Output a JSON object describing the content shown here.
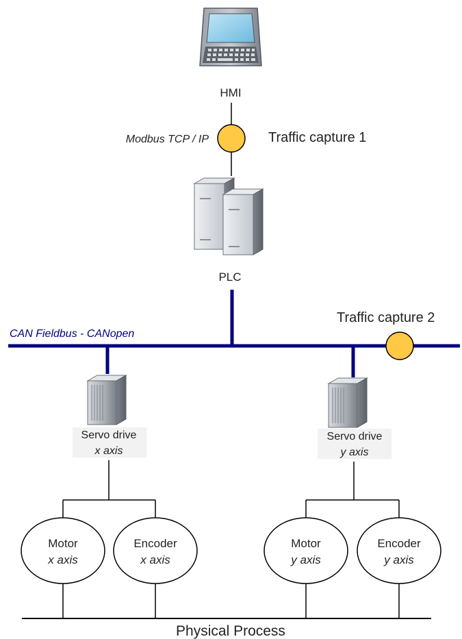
{
  "hmi": {
    "label": "HMI"
  },
  "link_hmi_plc": {
    "protocol": "Modbus TCP / IP",
    "capture_label": "Traffic capture 1"
  },
  "plc": {
    "label": "PLC"
  },
  "fieldbus": {
    "label": "CAN Fieldbus - CANopen",
    "capture_label": "Traffic capture 2",
    "color": "#000080"
  },
  "capture_point_color": "#FFC845",
  "drives": [
    {
      "label": "Servo drive",
      "axis": "x axis"
    },
    {
      "label": "Servo drive",
      "axis": "y axis"
    }
  ],
  "devices": [
    {
      "label": "Motor",
      "axis": "x axis"
    },
    {
      "label": "Encoder",
      "axis": "x axis"
    },
    {
      "label": "Motor",
      "axis": "y axis"
    },
    {
      "label": "Encoder",
      "axis": "y axis"
    }
  ],
  "process": {
    "label": "Physical Process"
  }
}
